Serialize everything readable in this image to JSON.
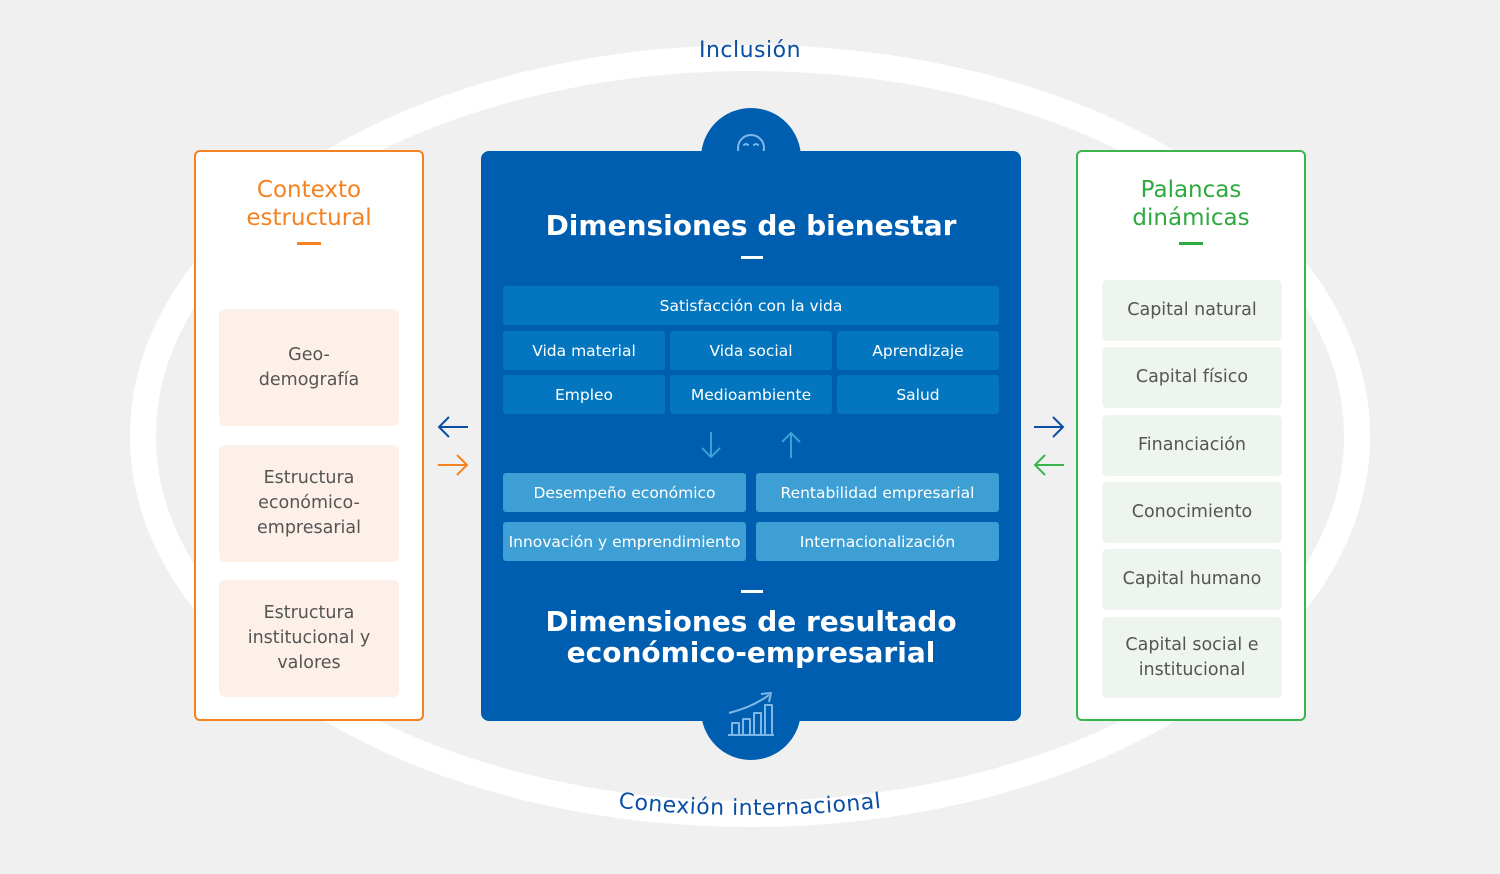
{
  "ring": {
    "top_label": "Inclusión",
    "bottom_label": "Conexión internacional"
  },
  "left_panel": {
    "title_line1": "Contexto",
    "title_line2": "estructural",
    "items": [
      {
        "line1": "Geo-",
        "line2": "demografía",
        "line3": ""
      },
      {
        "line1": "Estructura",
        "line2": "económico-",
        "line3": "empresarial"
      },
      {
        "line1": "Estructura",
        "line2": "institucional y",
        "line3": "valores"
      }
    ],
    "accent_color": "#f58220"
  },
  "center_panel": {
    "top_icon": "hands-smiley-icon",
    "top_title": "Dimensiones de bienestar",
    "wellbeing_header": "Satisfacción con la vida",
    "wellbeing_items": [
      "Vida material",
      "Vida social",
      "Aprendizaje",
      "Empleo",
      "Medioambiente",
      "Salud"
    ],
    "economic_items": [
      "Desempeño económico",
      "Rentabilidad empresarial",
      "Innovación y emprendimiento",
      "Internacionalización"
    ],
    "bottom_title_line1": "Dimensiones de resultado",
    "bottom_title_line2": "económico-empresarial",
    "bottom_icon": "growth-chart-icon",
    "accent_color": "#005eb0"
  },
  "right_panel": {
    "title_line1": "Palancas",
    "title_line2": "dinámicas",
    "items": [
      {
        "line1": "Capital natural",
        "line2": ""
      },
      {
        "line1": "Capital físico",
        "line2": ""
      },
      {
        "line1": "Financiación",
        "line2": ""
      },
      {
        "line1": "Conocimiento",
        "line2": ""
      },
      {
        "line1": "Capital humano",
        "line2": ""
      },
      {
        "line1": "Capital social e",
        "line2": "institucional"
      }
    ],
    "accent_color": "#3ab54a"
  }
}
